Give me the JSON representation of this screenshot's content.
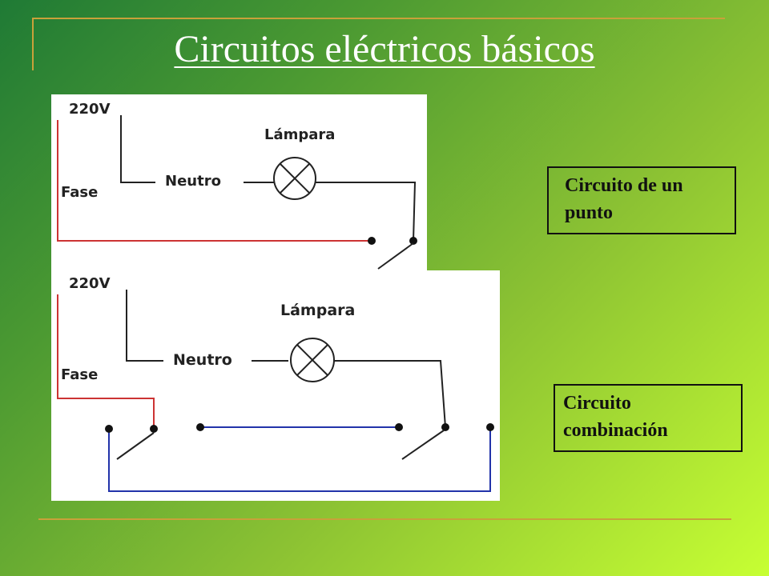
{
  "slide": {
    "title": "Circuitos eléctricos básicos"
  },
  "diagram_one": {
    "voltage_label": "220V",
    "lamp_label": "Lámpara",
    "neutral_label": "Neutro",
    "phase_label": "Fase"
  },
  "diagram_two": {
    "voltage_label": "220V",
    "lamp_label": "Lámpara",
    "neutral_label": "Neutro",
    "phase_label": "Fase"
  },
  "callouts": {
    "single_point": "Circuito de un punto",
    "combination": "Circuito combinación"
  },
  "colors": {
    "phase_wire": "#cc3333",
    "traveler_wire": "#2233aa",
    "neutral_wire": "#222222"
  }
}
